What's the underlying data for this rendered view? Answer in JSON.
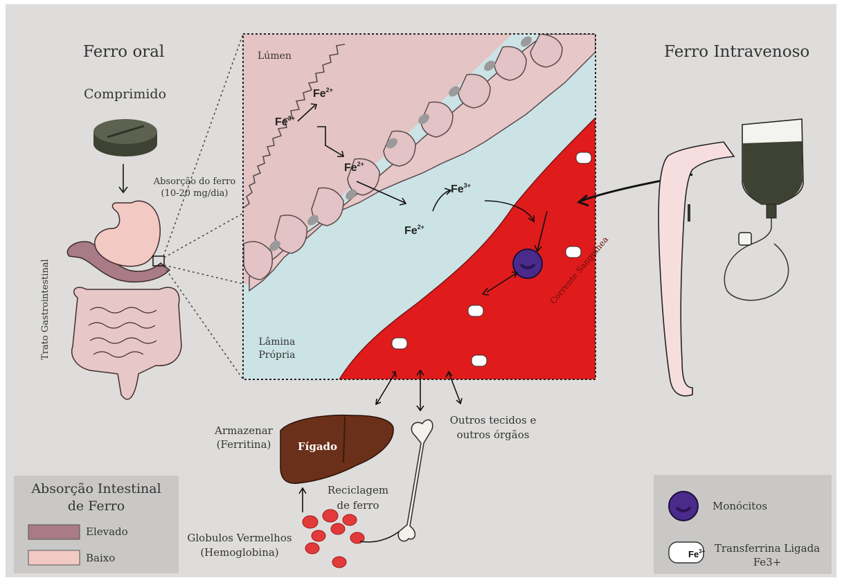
{
  "headings": {
    "oral": "Ferro oral",
    "iv": "Ferro Intravenoso"
  },
  "oral": {
    "pill_label": "Comprimido",
    "absorption_line1": "Absorção do ferro",
    "absorption_line2": "(10-20 mg/dia)",
    "gi_tract_label": "Trato Gastrointestinal"
  },
  "inset": {
    "lumen": "Lúmen",
    "lamina_line1": "Lâmina",
    "lamina_line2": "Própria",
    "bloodstream": "Corrente Sanguínea",
    "fe2": "Fe",
    "fe2_charge": "2+",
    "fe3": "Fe",
    "fe3_charge": "3+"
  },
  "organs": {
    "store_line1": "Armazenar",
    "store_line2": "(Ferritina)",
    "liver": "Fígado",
    "recycle_line1": "Reciclagem",
    "recycle_line2": "de ferro",
    "other_line1": "Outros tecidos e",
    "other_line2": "outros órgãos",
    "rbc_line1": "Globulos Vermelhos",
    "rbc_line2": "(Hemoglobina)"
  },
  "legend_left": {
    "title_line1": "Absorção Intestinal",
    "title_line2": "de Ferro",
    "items": [
      {
        "label": "Elevado",
        "color": "#a87b86"
      },
      {
        "label": "Baixo",
        "color": "#f2c9c3"
      }
    ]
  },
  "legend_right": {
    "monocyte_label": "Monócitos",
    "transferrin_line1": "Transferrina Ligada",
    "transferrin_line2": "Fe3+",
    "badge_text": "Fe",
    "badge_charge": "3+"
  },
  "colors": {
    "background": "#dedddb",
    "lumen": "#e4c4c4",
    "lamina": "#cce3e6",
    "blood": "#e01b1b",
    "villi": "#e8c7c8",
    "monocyte": "#4a2a8a",
    "liver": "#6b3019",
    "rbc": "#e23a3a",
    "pill": "#4f5443"
  }
}
